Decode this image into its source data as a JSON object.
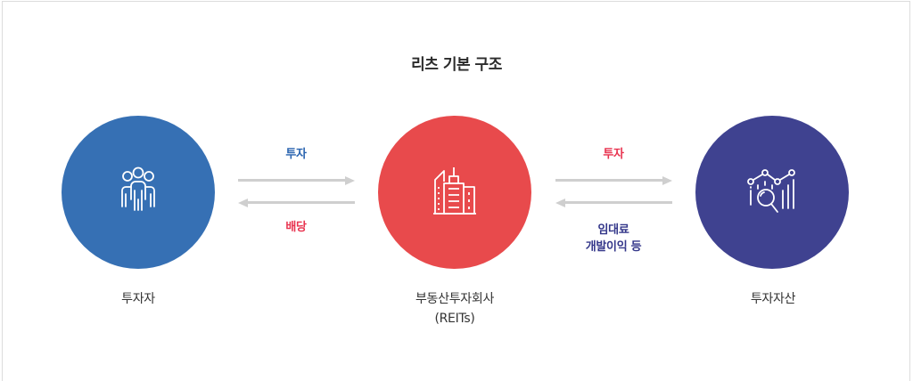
{
  "title": "리츠 기본 구조",
  "colors": {
    "investor_circle": "#3670b4",
    "reits_circle": "#e84a4c",
    "asset_circle": "#3f4290",
    "arrow": "#cfcfcf",
    "label_blue": "#2a64b0",
    "label_red": "#e8334f",
    "label_navy": "#34378a",
    "icon_stroke": "#ffffff"
  },
  "nodes": [
    {
      "id": "investor",
      "icon": "people-group-icon",
      "label_lines": [
        "투자자"
      ]
    },
    {
      "id": "reits",
      "icon": "buildings-icon",
      "label_lines": [
        "부동산투자회사",
        "(REITs)"
      ]
    },
    {
      "id": "asset",
      "icon": "chart-magnifier-icon",
      "label_lines": [
        "투자자산"
      ]
    }
  ],
  "flows": [
    {
      "from": "investor",
      "to": "reits",
      "direction": "right",
      "label": "투자",
      "label_color": "#2a64b0"
    },
    {
      "from": "reits",
      "to": "investor",
      "direction": "left",
      "label": "배당",
      "label_color": "#e8334f"
    },
    {
      "from": "reits",
      "to": "asset",
      "direction": "right",
      "label": "투자",
      "label_color": "#e8334f"
    },
    {
      "from": "asset",
      "to": "reits",
      "direction": "left",
      "label_lines": [
        "임대료",
        "개발이익 등"
      ],
      "label_color": "#34378a"
    }
  ]
}
